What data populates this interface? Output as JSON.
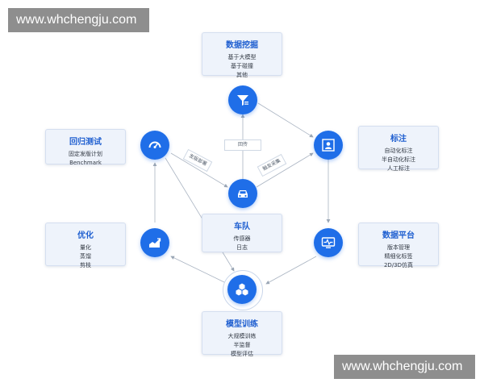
{
  "watermark": "www.whchengju.com",
  "boxes": {
    "data_mining": {
      "title": "数据挖掘",
      "items": [
        "基于大模型",
        "基于碰撞",
        "其他"
      ]
    },
    "labeling": {
      "title": "标注",
      "items": [
        "自动化标注",
        "半自动化标注",
        "人工标注"
      ]
    },
    "data_platform": {
      "title": "数据平台",
      "items": [
        "版本管理",
        "精细化标签",
        "2D/3D仿真"
      ]
    },
    "fleet": {
      "title": "车队",
      "items": [
        "传感器",
        "日志"
      ]
    },
    "model_training": {
      "title": "模型训练",
      "items": [
        "大规模训练",
        "半监督",
        "模型评估"
      ]
    },
    "optimization": {
      "title": "优化",
      "items": [
        "量化",
        "蒸馏",
        "剪枝"
      ]
    },
    "regression_test": {
      "title": "回归测试",
      "items": [
        "固定发版计划",
        "Benchmark"
      ]
    }
  },
  "tags": {
    "return": "回传",
    "deploy": "发版部署",
    "trigger": "触发采集"
  },
  "icons": {
    "data_mining": "funnel-icon",
    "labeling": "person-frame-icon",
    "data_platform": "monitor-pulse-icon",
    "fleet": "car-icon",
    "model_training": "cubes-icon",
    "optimization": "chart-up-icon",
    "regression_test": "gauge-icon"
  },
  "colors": {
    "accent": "#1f6ee8",
    "title": "#1f5fd0",
    "box_bg": "#eef3fb"
  }
}
